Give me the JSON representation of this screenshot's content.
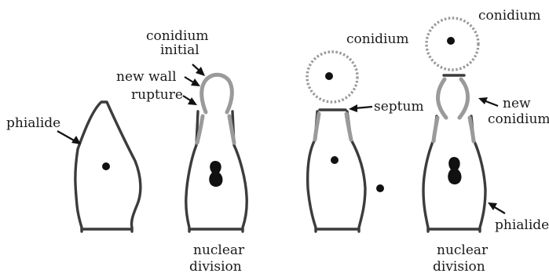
{
  "labels": {
    "phialide_left": "phialide",
    "conidium_initial_line1": "conidium",
    "conidium_initial_line2": "initial",
    "new_wall": "new wall",
    "rupture": "rupture",
    "nuclear_division_1_line1": "nuclear",
    "nuclear_division_1_line2": "division",
    "conidium_mid": "conidium",
    "septum": "septum",
    "conidium_right": "conidium",
    "new_conidium_line1": "new",
    "new_conidium_line2": "conidium",
    "phialide_right": "phialide",
    "nuclear_division_2_line1": "nuclear",
    "nuclear_division_2_line2": "division"
  },
  "colors": {
    "outline": "#3c3c3c",
    "wall_grey": "#9a9a9a",
    "nucleus": "#111111",
    "text": "#1a1a1a"
  }
}
